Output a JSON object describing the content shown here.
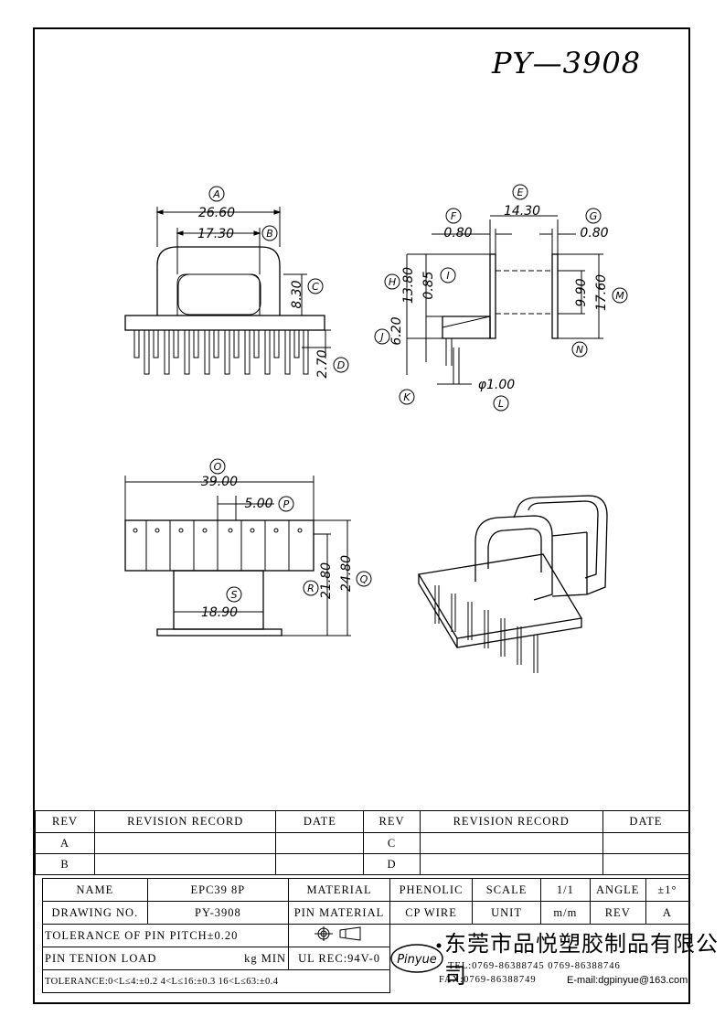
{
  "title": "PY—3908",
  "dims": {
    "A": "A",
    "B": "B",
    "C": "C",
    "D": "D",
    "E": "E",
    "F": "F",
    "G": "G",
    "H": "H",
    "I": "I",
    "J": "J",
    "K": "K",
    "L": "L",
    "M": "M",
    "N": "N",
    "O": "O",
    "P": "P",
    "Q": "Q",
    "R": "R",
    "S": "S",
    "v26_60": "26.60",
    "v17_30": "17.30",
    "v8_30": "8.30",
    "v2_70": "2.70",
    "v14_30": "14.30",
    "v0_80a": "0.80",
    "v0_80b": "0.80",
    "v13_80": "13.80",
    "v0_85": "0.85",
    "v6_20": "6.20",
    "v9_90": "9.90",
    "v17_60": "17.60",
    "v1_00": "φ1.00",
    "v39_00": "39.00",
    "v5_00": "5.00",
    "v21_80": "21.80",
    "v24_80": "24.80",
    "v18_90": "18.90"
  },
  "revision": {
    "h_rev1": "REV",
    "h_record1": "REVISION RECORD",
    "h_date1": "DATE",
    "h_rev2": "REV",
    "h_record2": "REVISION RECORD",
    "h_date2": "DATE",
    "r1_a": "A",
    "r1_b": "C",
    "r2_a": "B",
    "r2_b": "D"
  },
  "info": {
    "name_label": "NAME",
    "name_value": "EPC39 8P",
    "material_label": "MATERIAL",
    "material_value": "PHENOLIC",
    "scale_label": "SCALE",
    "scale_value": "1/1",
    "angle_label": "ANGLE",
    "angle_value": "±1°",
    "drawing_label": "DRAWING NO.",
    "drawing_value": "PY-3908",
    "pin_material_label": "PIN MATERIAL",
    "pin_material_value": "CP WIRE",
    "unit_label": "UNIT",
    "unit_value": "m/m",
    "rev_label": "REV",
    "rev_value": "A",
    "tolerance_pitch": "TOLERANCE OF PIN PITCH±0.20",
    "pin_load_label": "PIN TENION LOAD",
    "pin_load_unit": "kg MIN",
    "ul": "UL REC:94V-0",
    "tolerance_line": "TOLERANCE:0<L≤4:±0.2  4<L≤16:±0.3  16<L≤63:±0.4"
  },
  "company": {
    "logo": "Pinyue",
    "name": "东莞市品悦塑胶制品有限公司",
    "tel": "TEL:0769-86388745    0769-86388746",
    "fax": "FAX:0769-86388749",
    "email": "E-mail:dgpinyue@163.com"
  }
}
